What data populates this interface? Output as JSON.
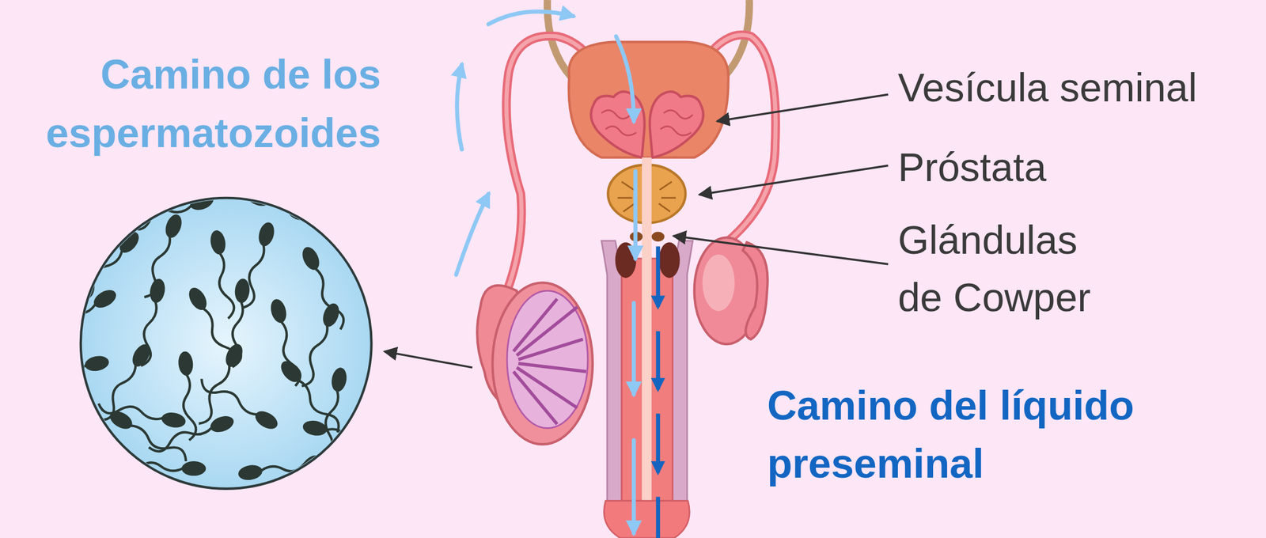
{
  "diagram": {
    "labels": [
      "Camino de los espermatozoides",
      "Vesícula seminal",
      "Próstata",
      "Glándulas de Cowper",
      "Camino del líquido preseminal"
    ]
  }
}
